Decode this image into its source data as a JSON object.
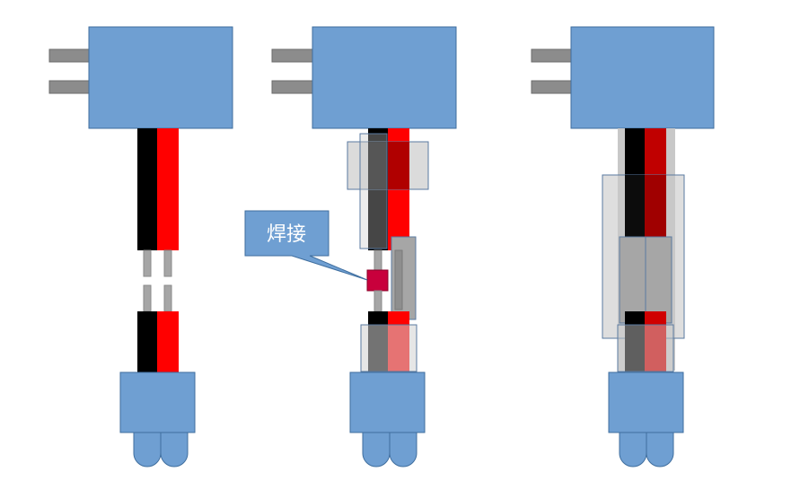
{
  "callout": {
    "label": "焊接"
  },
  "colors": {
    "body_blue": "#6f9fd2",
    "outline_blue": "#3f6e9e",
    "prong_gray": "#8c8c8c",
    "wire_black": "#000000",
    "wire_red": "#ff0000",
    "wire_red_shaded": "#b00000",
    "solder_pad": "#c8003c",
    "conductor_gray": "#a6a6a6",
    "sleeve_gray": "#c8c8c8"
  },
  "panels": [
    {
      "id": "panel-1",
      "stage": "separated-wires"
    },
    {
      "id": "panel-2",
      "stage": "soldered-with-sleeves"
    },
    {
      "id": "panel-3",
      "stage": "heat-shrink-covered"
    }
  ]
}
